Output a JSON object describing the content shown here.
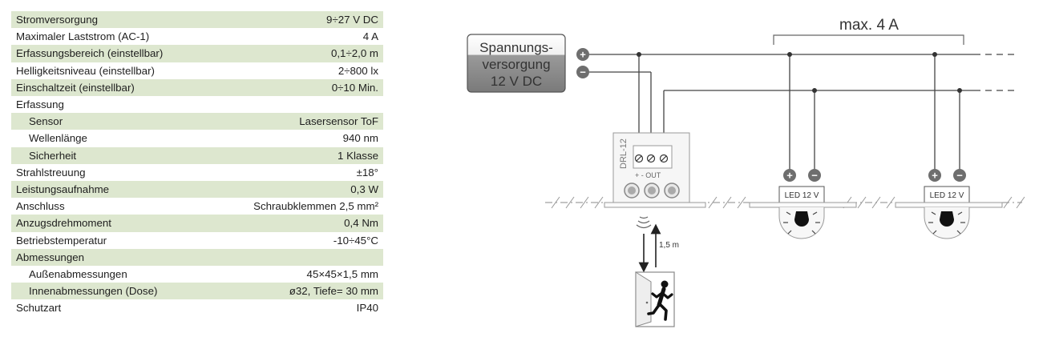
{
  "spec_table": {
    "rows": [
      {
        "label": "Stromversorgung",
        "value": "9÷27 V DC",
        "indent": false
      },
      {
        "label": "Maximaler Laststrom (AC-1)",
        "value": "4 A",
        "indent": false
      },
      {
        "label": "Erfassungsbereich (einstellbar)",
        "value": "0,1÷2,0 m",
        "indent": false
      },
      {
        "label": "Helligkeitsniveau (einstellbar)",
        "value": "2÷800 lx",
        "indent": false
      },
      {
        "label": "Einschaltzeit (einstellbar)",
        "value": "0÷10 Min.",
        "indent": false
      },
      {
        "label": "Erfassung",
        "value": "",
        "indent": false
      },
      {
        "label": "Sensor",
        "value": "Lasersensor ToF",
        "indent": true
      },
      {
        "label": "Wellenlänge",
        "value": "940 nm",
        "indent": true
      },
      {
        "label": "Sicherheit",
        "value": "1 Klasse",
        "indent": true
      },
      {
        "label": "Strahlstreuung",
        "value": "±18°",
        "indent": false
      },
      {
        "label": "Leistungsaufnahme",
        "value": "0,3 W",
        "indent": false
      },
      {
        "label": "Anschluss",
        "value": "Schraubklemmen 2,5 mm²",
        "indent": false
      },
      {
        "label": "Anzugsdrehmoment",
        "value": "0,4 Nm",
        "indent": false
      },
      {
        "label": "Betriebstemperatur",
        "value": "-10÷45°C",
        "indent": false
      },
      {
        "label": "Abmessungen",
        "value": "",
        "indent": false
      },
      {
        "label": "Außenabmessungen",
        "value": "45×45×1,5 mm",
        "indent": true
      },
      {
        "label": "Innenabmessungen (Dose)",
        "value": "ø32, Tiefe= 30 mm",
        "indent": true
      },
      {
        "label": "Schutzart",
        "value": "IP40",
        "indent": false
      }
    ]
  },
  "diagram": {
    "power_supply": {
      "line1": "Spannungs-",
      "line2": "versorgung",
      "line3": "12 V DC"
    },
    "max_current": "max. 4 A",
    "device_name": "DRL-12",
    "terminal_labels": "+  -  OUT",
    "led_label": "LED 12 V",
    "distance": "1,5 m",
    "plus_symbol": "+",
    "minus_symbol": "−"
  },
  "colors": {
    "row_shade": "#dde7cf",
    "psu_fill": "#8c8c8c",
    "line": "#444444"
  }
}
